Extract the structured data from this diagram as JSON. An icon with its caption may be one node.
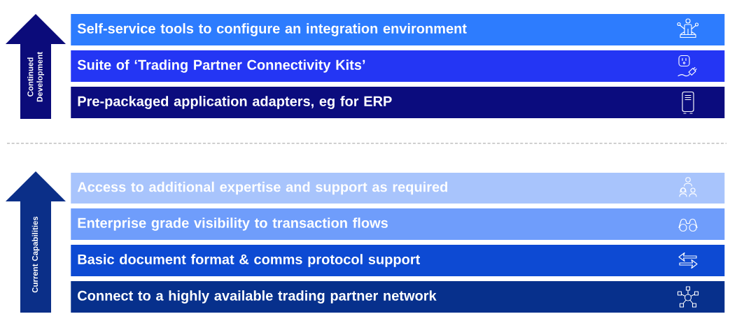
{
  "diagram": {
    "nodes": [
      {
        "text": [
          "Continued Development"
        ]
      },
      {
        "text": [
          "Self-service tools to configure an integration environment"
        ]
      },
      {
        "text": [
          "Suite of ‘Trading Partner Connectivity Kits’"
        ]
      },
      {
        "text": [
          "Pre-packaged application adapters, eg for ERP"
        ]
      },
      {
        "text": [
          "Current Capabilities"
        ]
      },
      {
        "text": [
          "Access to additional expertise and support as required"
        ]
      },
      {
        "text": [
          "Enterprise grade visibility to transaction flows"
        ]
      },
      {
        "text": [
          "Basic document format & comms protocol support"
        ]
      },
      {
        "text": [
          "Connect to a highly available trading partner network"
        ]
      }
    ]
  }
}
